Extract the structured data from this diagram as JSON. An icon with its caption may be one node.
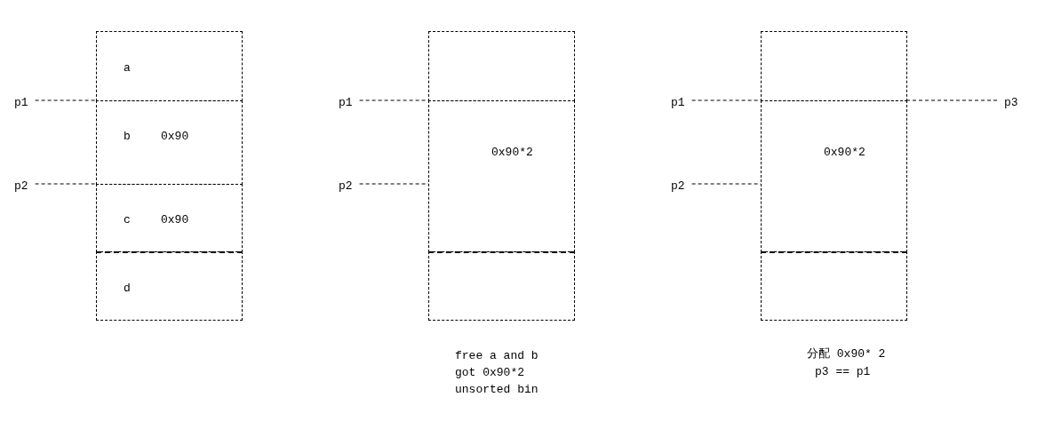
{
  "diagram": {
    "nodes": [
      {
        "text": [
          "a"
        ]
      },
      {
        "text": [
          "b",
          "0x90"
        ]
      },
      {
        "text": [
          "c",
          "0x90"
        ]
      },
      {
        "text": [
          "d"
        ]
      },
      {
        "text": [
          "p1"
        ]
      },
      {
        "text": [
          "p2"
        ]
      },
      {
        "text": [],
        "shape": "box"
      },
      {
        "text": [
          "0x90*2"
        ]
      },
      {
        "text": [],
        "shape": "box"
      },
      {
        "text": [
          "p1"
        ]
      },
      {
        "text": [
          "p2"
        ]
      },
      {
        "text": [],
        "shape": "box"
      },
      {
        "text": [
          "0x90*2"
        ]
      },
      {
        "text": [],
        "shape": "box"
      },
      {
        "text": [
          "p1"
        ]
      },
      {
        "text": [
          "p2"
        ]
      },
      {
        "text": [
          "p3"
        ]
      }
    ],
    "edges": [
      {
        "from": 4,
        "to": 1,
        "arrow": "none",
        "style": "dashed"
      },
      {
        "from": 5,
        "to": 2,
        "arrow": "none",
        "style": "dashed"
      },
      {
        "from": 9,
        "to": 7,
        "arrow": "none",
        "style": "dashed"
      },
      {
        "from": 10,
        "to": 7,
        "arrow": "none",
        "style": "dashed"
      },
      {
        "from": 14,
        "to": 12,
        "arrow": "none",
        "style": "dashed"
      },
      {
        "from": 15,
        "to": 12,
        "arrow": "none",
        "style": "dashed"
      },
      {
        "from": 16,
        "to": 12,
        "arrow": "none",
        "style": "dashed"
      }
    ],
    "labels": [
      "free a and b",
      "got 0x90*2",
      "unsorted bin",
      "分配 0x90* 2",
      "p3 == p1"
    ]
  }
}
